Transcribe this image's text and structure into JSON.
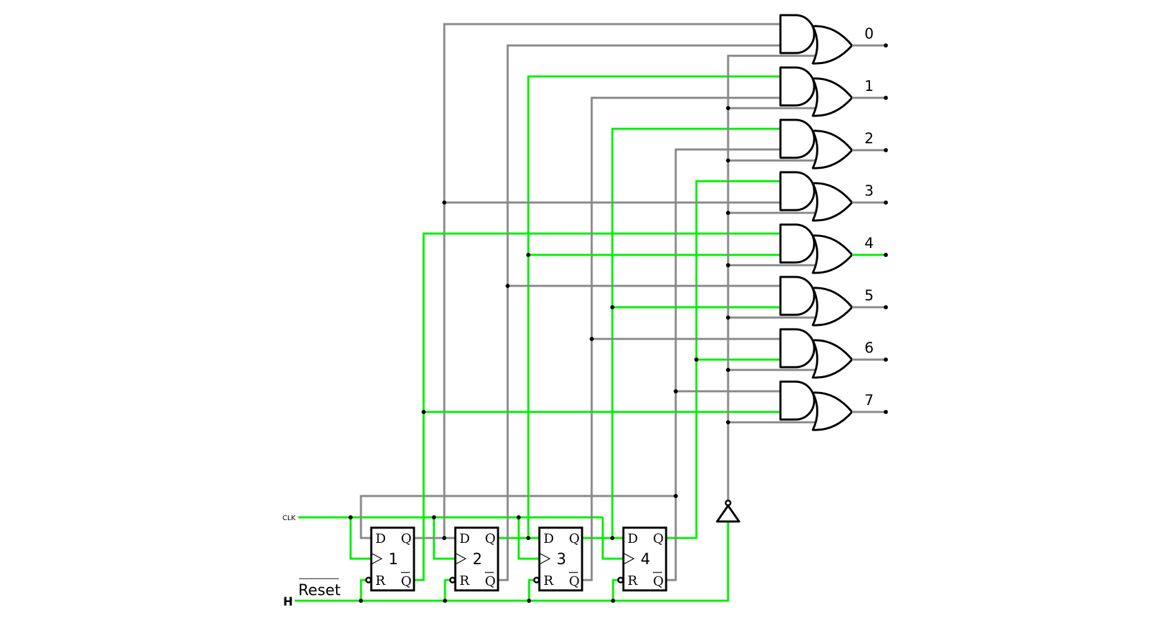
{
  "colors": {
    "active": "#00ee00",
    "inactive": "#888888",
    "component": "#000000"
  },
  "labels": {
    "clock": "CLK",
    "high": "H",
    "reset": "Reset"
  },
  "flip_flops": [
    {
      "number": "1",
      "pin_d": "D",
      "pin_q": "Q",
      "pin_qbar": "Q",
      "pin_r": "R",
      "q_state": "inactive",
      "qbar_state": "active"
    },
    {
      "number": "2",
      "pin_d": "D",
      "pin_q": "Q",
      "pin_qbar": "Q",
      "pin_r": "R",
      "q_state": "active",
      "qbar_state": "inactive"
    },
    {
      "number": "3",
      "pin_d": "D",
      "pin_q": "Q",
      "pin_qbar": "Q",
      "pin_r": "R",
      "q_state": "active",
      "qbar_state": "inactive"
    },
    {
      "number": "4",
      "pin_d": "D",
      "pin_q": "Q",
      "pin_qbar": "Q",
      "pin_r": "R",
      "q_state": "active",
      "qbar_state": "inactive"
    }
  ],
  "outputs": [
    {
      "label": "0",
      "state": "inactive"
    },
    {
      "label": "1",
      "state": "inactive"
    },
    {
      "label": "2",
      "state": "inactive"
    },
    {
      "label": "3",
      "state": "inactive"
    },
    {
      "label": "4",
      "state": "active"
    },
    {
      "label": "5",
      "state": "inactive"
    },
    {
      "label": "6",
      "state": "inactive"
    },
    {
      "label": "7",
      "state": "inactive"
    }
  ],
  "decoder_inputs": [
    {
      "output": "0",
      "and_in1": "Q1",
      "and_in2": "Q2bar"
    },
    {
      "output": "1",
      "and_in1": "Q2",
      "and_in2": "Q3bar"
    },
    {
      "output": "2",
      "and_in1": "Q3",
      "and_in2": "Q4bar"
    },
    {
      "output": "3",
      "and_in1": "Q4",
      "and_in2": "Q1"
    },
    {
      "output": "4",
      "and_in1": "Q1bar",
      "and_in2": "Q2"
    },
    {
      "output": "5",
      "and_in1": "Q2bar",
      "and_in2": "Q3"
    },
    {
      "output": "6",
      "and_in1": "Q3bar",
      "and_in2": "Q4"
    },
    {
      "output": "7",
      "and_in1": "Q4bar",
      "and_in2": "Q1bar"
    }
  ],
  "signals": {
    "CLK": "active",
    "H": "active",
    "INV": "inactive",
    "Q1": "inactive",
    "Q1bar": "active",
    "Q2": "active",
    "Q2bar": "inactive",
    "Q3": "active",
    "Q3bar": "inactive",
    "Q4": "active",
    "Q4bar": "inactive"
  }
}
